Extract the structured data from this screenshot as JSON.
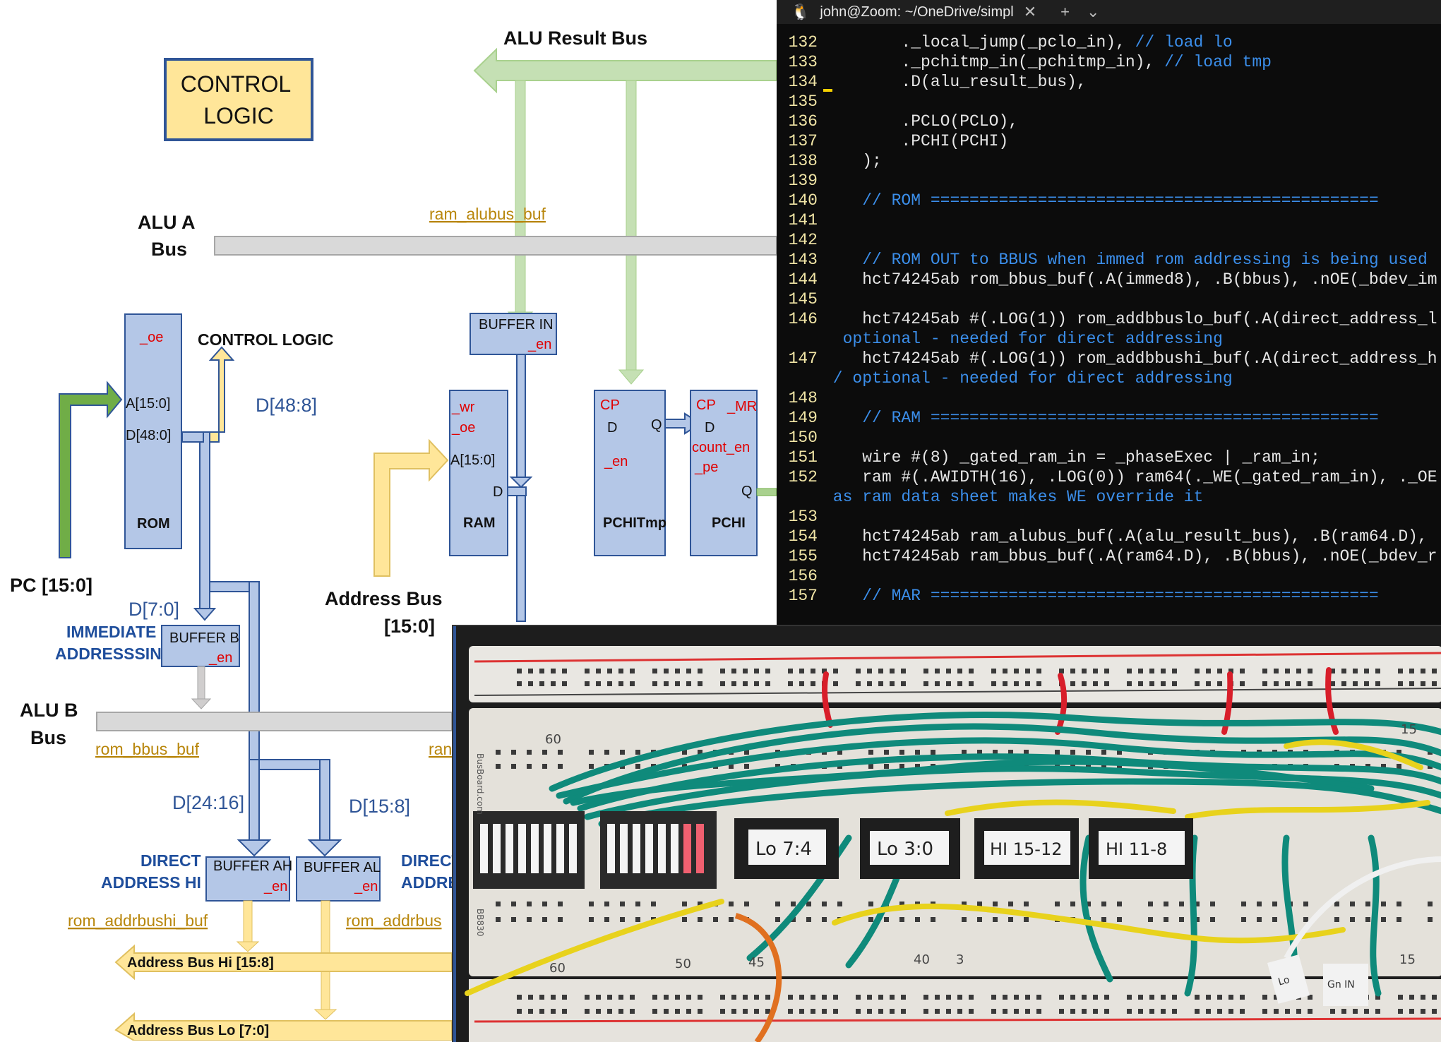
{
  "diagram": {
    "control_logic_box": [
      "CONTROL",
      "LOGIC"
    ],
    "alu_result_bus": "ALU Result Bus",
    "alu_a_bus": [
      "ALU A",
      "Bus"
    ],
    "alu_b_bus": [
      "ALU B",
      "Bus"
    ],
    "ram_alubus_buf": "ram_alubus_buf",
    "rom_bbus_buf": "rom_bbus_buf",
    "rom_addrbushi_buf": "rom_addrbushi_buf",
    "rom_addrbus_partial": "rom_addrbus",
    "ram_partial": "ran",
    "rom": {
      "oe": "_oe",
      "addr": "A[15:0]",
      "data": "D[48:0]",
      "name": "ROM"
    },
    "control_logic_label": "CONTROL LOGIC",
    "d48_8": "D[48:8]",
    "pc": "PC [15:0]",
    "d7_0": "D[7:0]",
    "immediate_addressing": [
      "IMMEDIATE",
      "ADDRESSSING"
    ],
    "buffer_b": {
      "name": "BUFFER B",
      "en": "_en"
    },
    "buffer_in": {
      "name": "BUFFER IN",
      "en": "_en"
    },
    "ram": {
      "wr": "_wr",
      "oe": "_oe",
      "addr": "A[15:0]",
      "data": "D",
      "name": "RAM"
    },
    "address_bus": [
      "Address Bus",
      "[15:0]"
    ],
    "pchitmp": {
      "cp": "CP",
      "d": "D",
      "q": "Q",
      "en": "_en",
      "name": "PCHITmp"
    },
    "pchi": {
      "cp": "CP",
      "mr": "_MR",
      "d": "D",
      "count_en": "count_en",
      "pe": "_pe",
      "q": "Q",
      "name": "PCHI"
    },
    "d24_16": "D[24:16]",
    "d15_8": "D[15:8]",
    "direct_address_hi": [
      "DIRECT",
      "ADDRESS  HI"
    ],
    "direct_partial": [
      "DIRECT",
      "ADDRE"
    ],
    "buffer_ah": {
      "name": "BUFFER AH",
      "en": "_en"
    },
    "buffer_al": {
      "name": "BUFFER AL",
      "en": "_en"
    },
    "address_bus_hi": "Address Bus Hi [15:8]",
    "address_bus_lo": "Address Bus Lo [7:0]",
    "colors": {
      "box_blue": "#b4c7e7",
      "box_border": "#2f5597",
      "green_bus": "#a9d18e",
      "yellow_bus": "#ffe699",
      "control_box": "#ffe699"
    }
  },
  "terminal": {
    "tab_title": "john@Zoom: ~/OneDrive/simpl",
    "tab_icons": [
      "linux-penguin-icon",
      "close-icon",
      "new-tab-icon",
      "dropdown-icon"
    ],
    "lines": [
      {
        "n": "132",
        "code": "        ._local_jump(_pclo_in), ",
        "cmt": "// load lo"
      },
      {
        "n": "133",
        "code": "        ._pchitmp_in(_pchitmp_in), ",
        "cmt": "// load tmp"
      },
      {
        "n": "134",
        "code": "        .D(alu_result_bus),",
        "cmt": ""
      },
      {
        "n": "135",
        "code": "",
        "cmt": ""
      },
      {
        "n": "136",
        "code": "        .PCLO(PCLO),",
        "cmt": ""
      },
      {
        "n": "137",
        "code": "        .PCHI(PCHI)",
        "cmt": ""
      },
      {
        "n": "138",
        "code": "    );",
        "cmt": ""
      },
      {
        "n": "139",
        "code": "",
        "cmt": ""
      },
      {
        "n": "140",
        "code": "    ",
        "cmt": "// ROM =============================================="
      },
      {
        "n": "141",
        "code": "",
        "cmt": ""
      },
      {
        "n": "142",
        "code": "",
        "cmt": ""
      },
      {
        "n": "143",
        "code": "    ",
        "cmt": "// ROM OUT to BBUS when immed rom addressing is being used"
      },
      {
        "n": "144",
        "code": "    hct74245ab rom_bbus_buf(.A(immed8), .B(bbus), .nOE(_bdev_im",
        "cmt": ""
      },
      {
        "n": "145",
        "code": "",
        "cmt": ""
      },
      {
        "n": "146",
        "code": "    hct74245ab #(.LOG(1)) rom_addbbuslo_buf(.A(direct_address_l",
        "cmt": ""
      },
      {
        "n": "",
        "code": "",
        "cmt": "  optional - needed for direct addressing"
      },
      {
        "n": "147",
        "code": "    hct74245ab #(.LOG(1)) rom_addbbushi_buf(.A(direct_address_h",
        "cmt": ""
      },
      {
        "n": "",
        "code": "",
        "cmt": " / optional - needed for direct addressing"
      },
      {
        "n": "148",
        "code": "",
        "cmt": ""
      },
      {
        "n": "149",
        "code": "    ",
        "cmt": "// RAM =============================================="
      },
      {
        "n": "150",
        "code": "",
        "cmt": ""
      },
      {
        "n": "151",
        "code": "    wire #(8) _gated_ram_in = _phaseExec | _ram_in;",
        "cmt": ""
      },
      {
        "n": "152",
        "code": "    ram #(.AWIDTH(16), .LOG(0)) ram64(._WE(_gated_ram_in), ._OE",
        "cmt": ""
      },
      {
        "n": "",
        "code": "",
        "cmt": " as ram data sheet makes WE override it"
      },
      {
        "n": "153",
        "code": "",
        "cmt": ""
      },
      {
        "n": "154",
        "code": "    hct74245ab ram_alubus_buf(.A(alu_result_bus), .B(ram64.D), ",
        "cmt": ""
      },
      {
        "n": "155",
        "code": "    hct74245ab ram_bbus_buf(.A(ram64.D), .B(bbus), .nOE(_bdev_r",
        "cmt": ""
      },
      {
        "n": "156",
        "code": "",
        "cmt": ""
      },
      {
        "n": "157",
        "code": "    ",
        "cmt": "// MAR =============================================="
      }
    ]
  },
  "photo": {
    "chip_labels": [
      "Lo 7:4",
      "Lo 3:0",
      "HI 15-12",
      "HI 11-8"
    ],
    "row_numbers_top": [
      "60",
      "15"
    ],
    "row_numbers_bottom": [
      "60",
      "50",
      "45",
      "40",
      "3",
      "15"
    ],
    "side_text": [
      "BusBoard.com",
      "BB830"
    ],
    "small_labels": [
      "Lo",
      "Gn IN"
    ],
    "led_bar_lit": 2
  }
}
